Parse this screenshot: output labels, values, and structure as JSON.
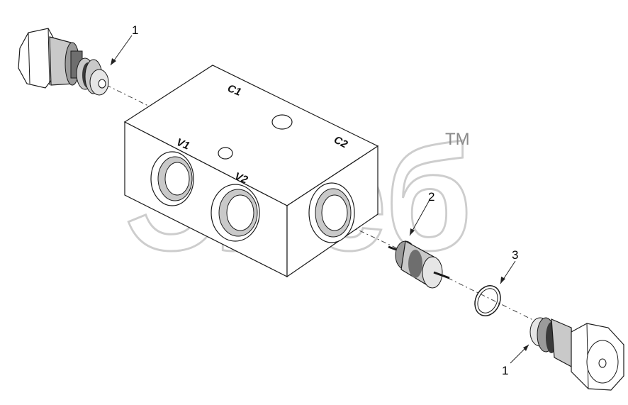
{
  "diagram": {
    "port_labels": {
      "c1": "C1",
      "c2": "C2",
      "v1": "V1",
      "v2": "V2"
    },
    "callouts": {
      "cartridge_top_left": "1",
      "check_insert": "2",
      "o_ring": "3",
      "cartridge_bottom_right": "1"
    },
    "watermark": {
      "logo": "Элеб",
      "trademark": "TM"
    },
    "colors": {
      "line": "#1a1a1a",
      "watermark": "#bdbdbd",
      "background": "#ffffff"
    }
  }
}
